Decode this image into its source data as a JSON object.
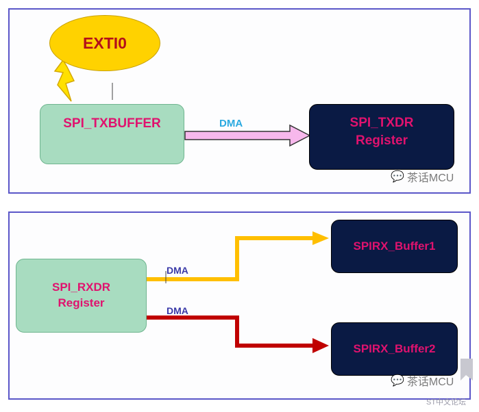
{
  "top": {
    "event": "EXTI0",
    "source_box": "SPI_TXBUFFER",
    "target_box": [
      "SPI_TXDR",
      "Register"
    ],
    "dma_label": "DMA"
  },
  "bottom": {
    "source_box": [
      "SPI_RXDR",
      "Register"
    ],
    "buffer1": "SPIRX_Buffer1",
    "buffer2": "SPIRX_Buffer2",
    "dma_label_1": "DMA",
    "dma_label_2": "DMA"
  },
  "watermark": {
    "top": "茶话MCU",
    "bottom": "茶话MCU",
    "corner": "ST中文论坛"
  },
  "colors": {
    "panel_border": "#5a56c8",
    "green_box": "#a8dcc0",
    "navy_box": "#0a1a44",
    "box_text": "#e0126e",
    "pink_arrow": "#f7b8ec",
    "yellow_arrow": "#ffbf00",
    "red_arrow": "#c00000",
    "bubble": "#ffd200"
  }
}
